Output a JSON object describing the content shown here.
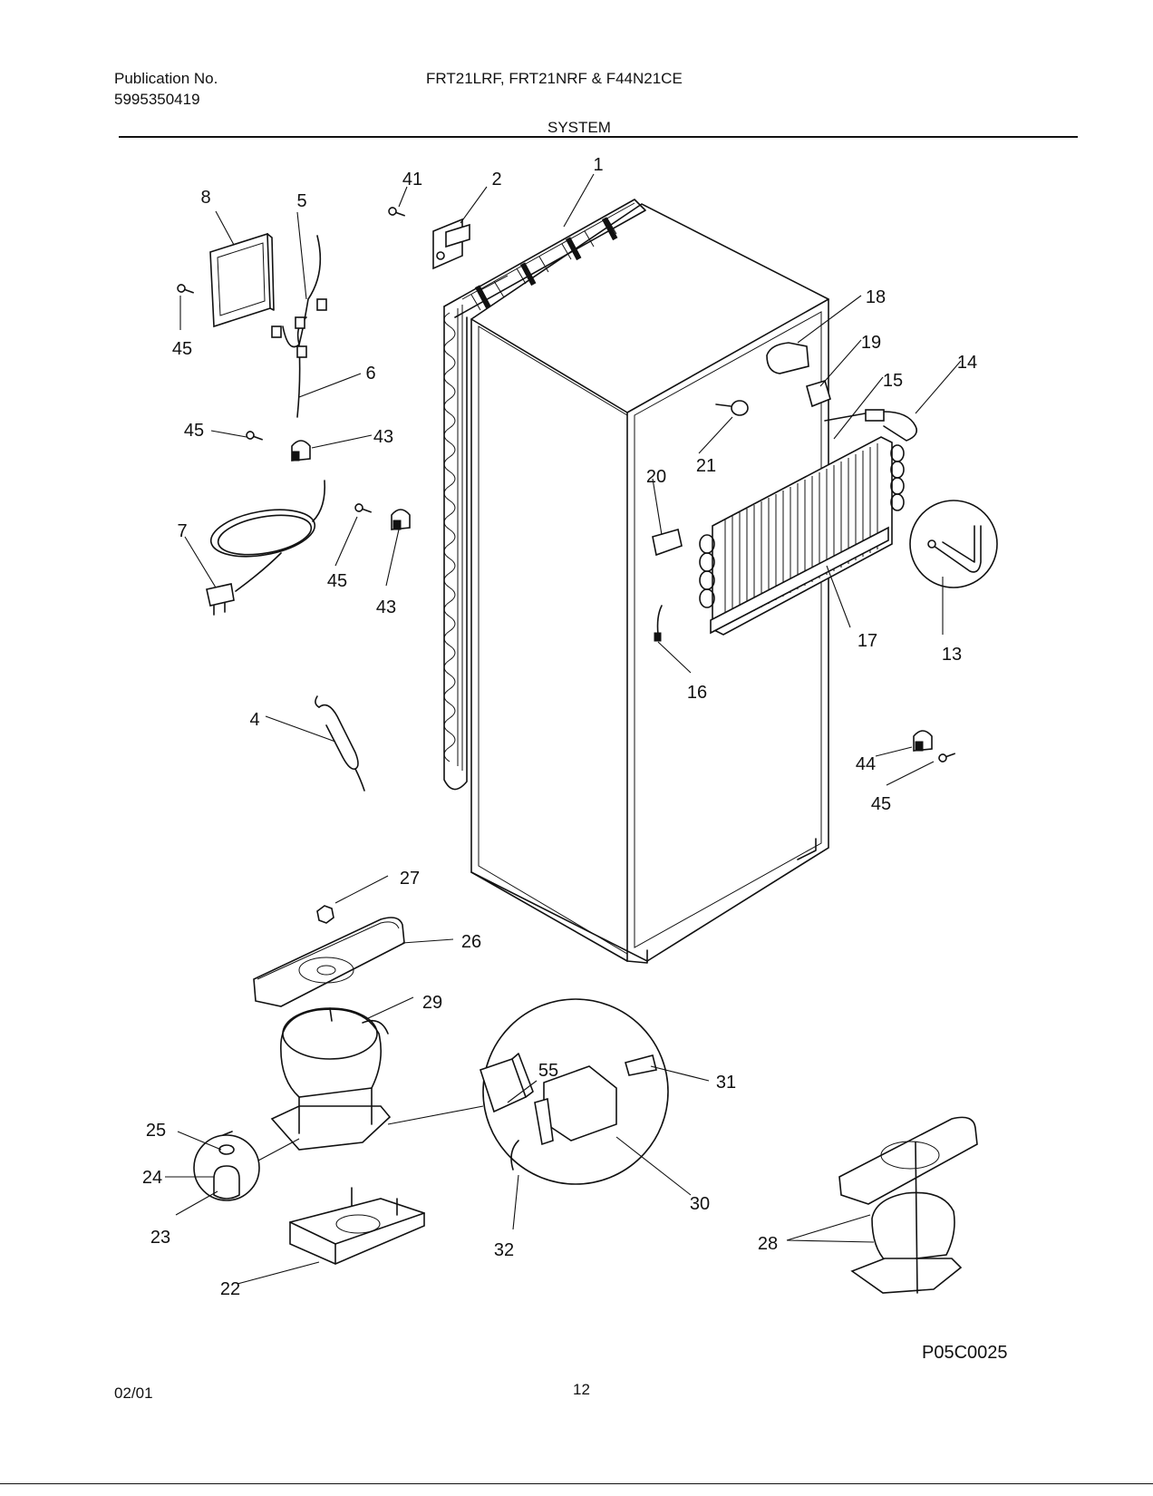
{
  "header": {
    "publication_label": "Publication No.",
    "publication_number": "5995350419",
    "models": "FRT21LRF, FRT21NRF & F44N21CE",
    "section": "SYSTEM"
  },
  "figure_code": "P05C0025",
  "footer": {
    "date": "02/01",
    "page": "12"
  },
  "callouts": [
    "1",
    "2",
    "41",
    "8",
    "5",
    "45",
    "6",
    "45",
    "43",
    "7",
    "45",
    "43",
    "4",
    "18",
    "19",
    "14",
    "15",
    "21",
    "20",
    "16",
    "17",
    "13",
    "44",
    "45",
    "27",
    "26",
    "29",
    "25",
    "24",
    "23",
    "22",
    "55",
    "31",
    "30",
    "32",
    "28"
  ]
}
